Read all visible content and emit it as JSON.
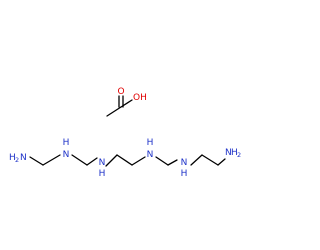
{
  "molecule": {
    "acetic_acid": {
      "oxygen_label": "O",
      "hydroxyl_label": "OH"
    },
    "chain": {
      "left_terminal": {
        "symbol": "H",
        "sub": "2",
        "atom": "N"
      },
      "right_terminal": {
        "atom": "N",
        "symbol": "H",
        "sub": "2"
      },
      "amine_n": "N",
      "amine_h": "H"
    }
  },
  "colors": {
    "bond": "#000000",
    "nitrogen": "#1e32c8",
    "oxygen": "#e00000",
    "background": "#ffffff"
  }
}
